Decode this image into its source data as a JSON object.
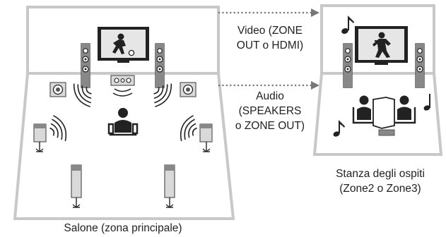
{
  "video_label": {
    "line1": "Video (ZONE",
    "line2": "OUT o HDMI)"
  },
  "audio_label": {
    "line1": "Audio",
    "line2": "(SPEAKERS",
    "line3": "o ZONE OUT)"
  },
  "guest_room": {
    "caption_line1": "Stanza degli ospiti",
    "caption_line2": "(Zone2 o Zone3)"
  },
  "main_room": {
    "caption": "Salone (zona principale)"
  },
  "colors": {
    "room_border": "#c8c8c8",
    "arrow": "#777777",
    "speaker_dark": "#555555",
    "speaker_light": "#d9d9d9",
    "ink": "#222222"
  },
  "icons": [
    "television-icon",
    "tower-speaker-icon",
    "center-speaker-icon",
    "surround-speaker-icon",
    "subwoofer-icon",
    "person-icon",
    "sofa-icon",
    "music-note-icon"
  ]
}
